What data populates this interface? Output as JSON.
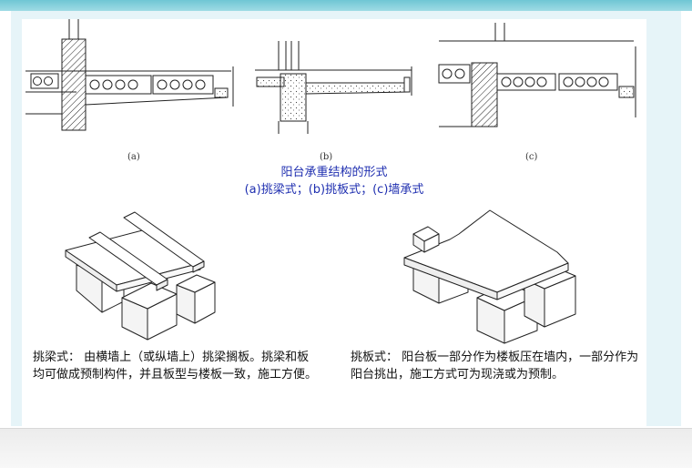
{
  "captions": {
    "a": "(a)",
    "b": "(b)",
    "c": "(c)"
  },
  "title_line1": "阳台承重结构的形式",
  "title_line2": "(a)挑梁式；(b)挑板式；(c)墙承式",
  "description_left": "挑梁式： 由横墙上（或纵墙上）挑梁搁板。挑梁和板均可做成预制构件，并且板型与楼板一致，施工方便。",
  "description_right": "挑板式： 阳台板一部分作为楼板压在墙内，一部分作为阳台挑出，施工方式可为现浇或为预制。",
  "colors": {
    "title": "#1f2fb0",
    "frame": "#e6f4f8",
    "top_band": "#6fc6d4"
  }
}
